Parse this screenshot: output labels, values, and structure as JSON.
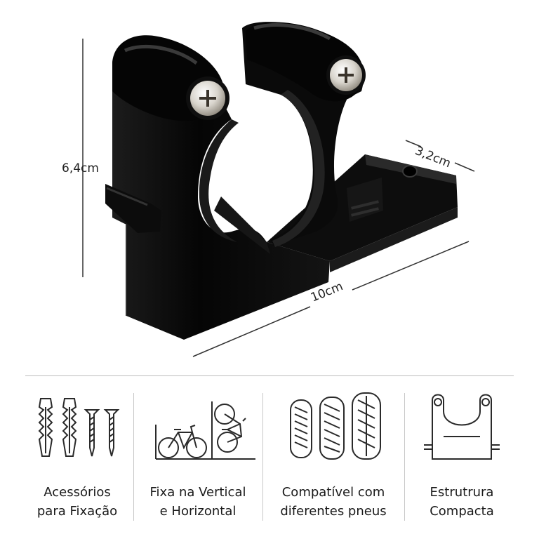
{
  "dimensions": {
    "height": "6,4cm",
    "depth": "3,2cm",
    "length": "10cm"
  },
  "features": [
    {
      "icon": "screws-and-wall-plugs-icon",
      "line1": "Acessórios",
      "line2": "para Fixação"
    },
    {
      "icon": "bikes-vertical-horizontal-icon",
      "line1": "Fixa na Vertical",
      "line2": "e Horizontal"
    },
    {
      "icon": "tires-icon",
      "line1": "Compatível com",
      "line2": "diferentes pneus"
    },
    {
      "icon": "compact-bracket-icon",
      "line1": "Estrutrura",
      "line2": "Compacta"
    }
  ],
  "colors": {
    "product": "#0b0b0b",
    "lines": "#333333"
  }
}
